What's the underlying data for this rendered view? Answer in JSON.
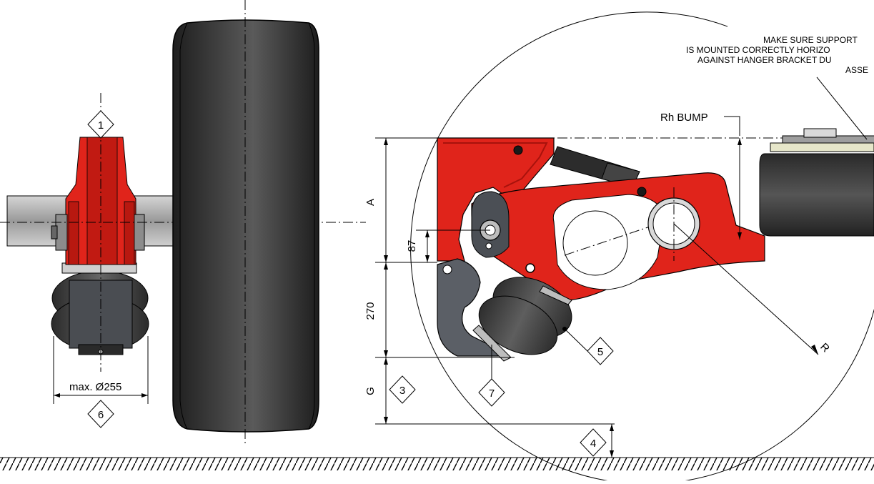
{
  "note": {
    "lines": [
      "MAKE SURE SUPPORT",
      "IS MOUNTED CORRECTLY HORIZO",
      "AGAINST HANGER BRACKET DU",
      "ASSE"
    ]
  },
  "dimensions": {
    "a": "A",
    "d87": "87",
    "d270": "270",
    "g": "G",
    "rh_bump": "Rh BUMP",
    "r": "R",
    "max_diameter": "max. Ø255"
  },
  "callouts": {
    "c1": "1",
    "c3": "3",
    "c4": "4",
    "c5": "5",
    "c6": "6",
    "c7": "7"
  },
  "colors": {
    "bracket_red": "#e0241b",
    "dark_red": "#a8120c",
    "tyre": "#2f2f2f",
    "airbag": "#3a3a3a",
    "axle_grey": "#a9a9a9",
    "support_grey": "#5b5f66"
  }
}
